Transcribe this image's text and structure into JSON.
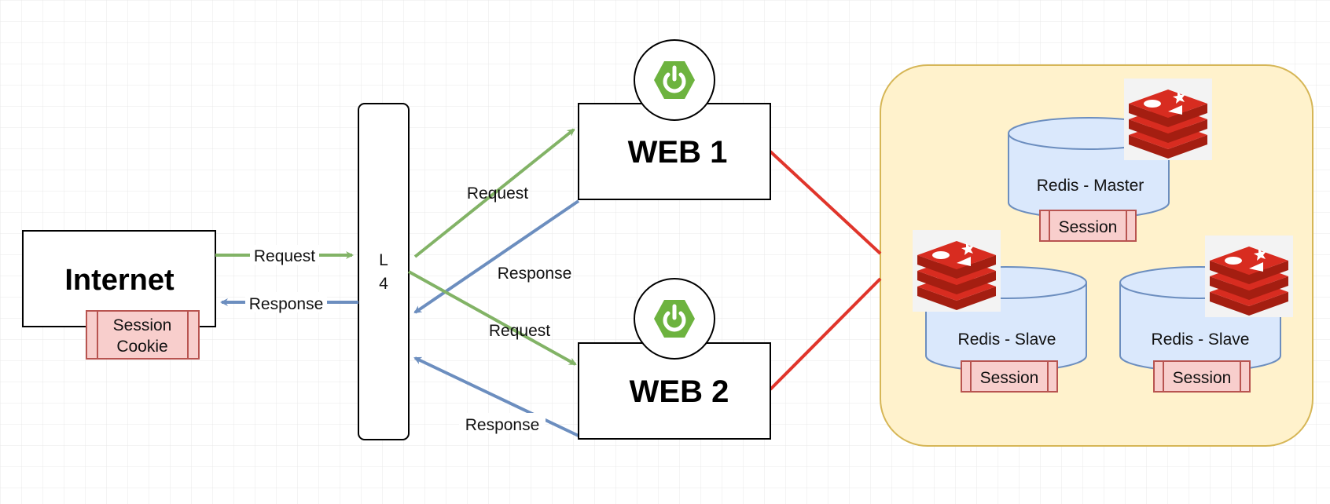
{
  "nodes": {
    "internet": {
      "label": "Internet"
    },
    "session_cookie": {
      "line1": "Session",
      "line2": "Cookie"
    },
    "l4": {
      "line1": "L",
      "line2": "4"
    },
    "web1": {
      "label": "WEB 1"
    },
    "web2": {
      "label": "WEB 2"
    },
    "redis_master": {
      "label": "Redis - Master",
      "session": "Session"
    },
    "redis_slave_1": {
      "label": "Redis - Slave",
      "session": "Session"
    },
    "redis_slave_2": {
      "label": "Redis - Slave",
      "session": "Session"
    }
  },
  "edges": {
    "internet_to_l4": "Request",
    "l4_to_internet": "Response",
    "l4_to_web1": "Request",
    "web1_to_l4": "Response",
    "l4_to_web2": "Request",
    "web2_to_l4": "Response"
  },
  "colors": {
    "request_arrow": "#82b366",
    "response_arrow": "#6c8ebf",
    "redis_link": "#e0352b",
    "redis_group_fill": "#fff2cc",
    "redis_group_stroke": "#d6b656",
    "cylinder_fill": "#dae8fc",
    "cylinder_stroke": "#6c8ebf",
    "session_fill": "#f8cecc",
    "session_stroke": "#b85450",
    "spring_green": "#6db33f",
    "redis_red": "#d82c20"
  },
  "icons": {
    "web1": "spring-boot-icon",
    "web2": "spring-boot-icon",
    "redis_master": "redis-logo-icon",
    "redis_slave_1": "redis-logo-icon",
    "redis_slave_2": "redis-logo-icon"
  }
}
